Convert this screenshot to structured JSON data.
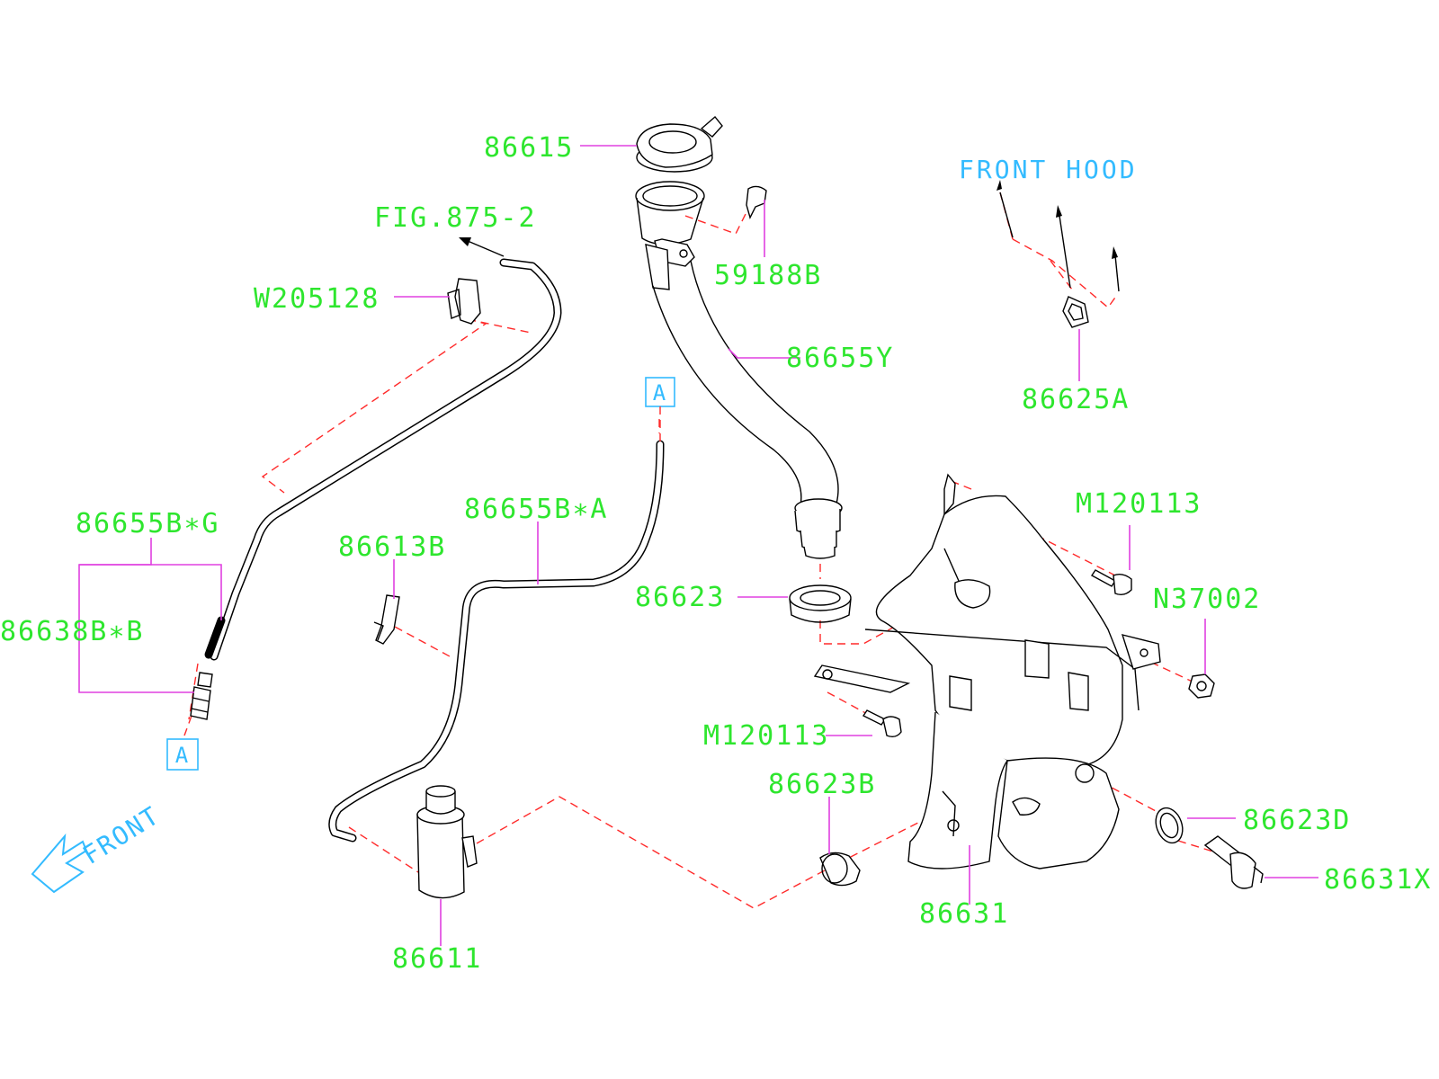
{
  "colors": {
    "part_label": "#2ee62e",
    "note_label": "#33bbff",
    "leader": "#e040e0",
    "dash_line": "#ff2a2a",
    "outline": "#000000"
  },
  "labels": {
    "p86615": "86615",
    "p59188b": "59188B",
    "p86655y": "86655Y",
    "p86625a": "86625A",
    "fig_ref": "FIG.875-2",
    "pw205128": "W205128",
    "p86655bg": "86655B∗G",
    "p86638bb": "86638B∗B",
    "p86613b": "86613B",
    "p86655ba": "86655B∗A",
    "p86623": "86623",
    "pm120113_top": "M120113",
    "pn37002": "N37002",
    "pm120113_bot": "M120113",
    "p86623b": "86623B",
    "p86623d": "86623D",
    "p86631x": "86631X",
    "p86631": "86631",
    "p86611": "86611",
    "front_hood": "FRONT HOOD",
    "front": "FRONT",
    "connector_a_top": "A",
    "connector_a_bottom": "A"
  },
  "icons": [
    "front-arrow-icon",
    "connector-a-icon"
  ]
}
